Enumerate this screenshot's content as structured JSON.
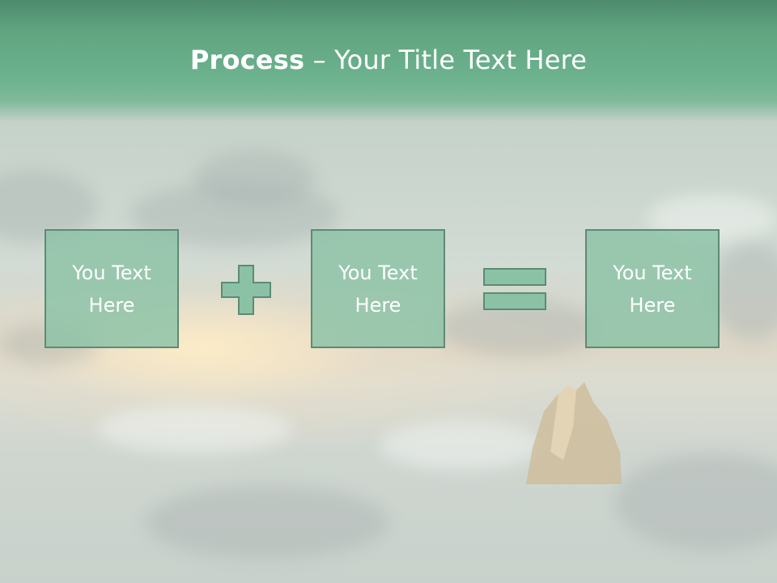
{
  "slide": {
    "title_bold": "Process",
    "title_rest": " – Your Title Text Here",
    "boxes": [
      {
        "line1": "You Text",
        "line2": "Here"
      },
      {
        "line1": "You Text",
        "line2": "Here"
      },
      {
        "line1": "You Text",
        "line2": "Here"
      }
    ],
    "operators": [
      "plus-icon",
      "equals-icon"
    ]
  },
  "colors": {
    "header": "#6eb38f",
    "box_fill": "#8bc2a6",
    "box_border": "#5c8b74",
    "text": "#ffffff"
  }
}
